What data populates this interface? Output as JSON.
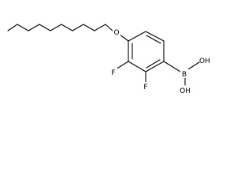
{
  "molecule": {
    "atoms": [
      {
        "id": "O1",
        "label": "O"
      },
      {
        "id": "F1",
        "label": "F"
      },
      {
        "id": "F2",
        "label": "F"
      },
      {
        "id": "B1",
        "label": "B"
      },
      {
        "id": "OH1",
        "label": "OH"
      },
      {
        "id": "OH2",
        "label": "OH"
      }
    ]
  }
}
